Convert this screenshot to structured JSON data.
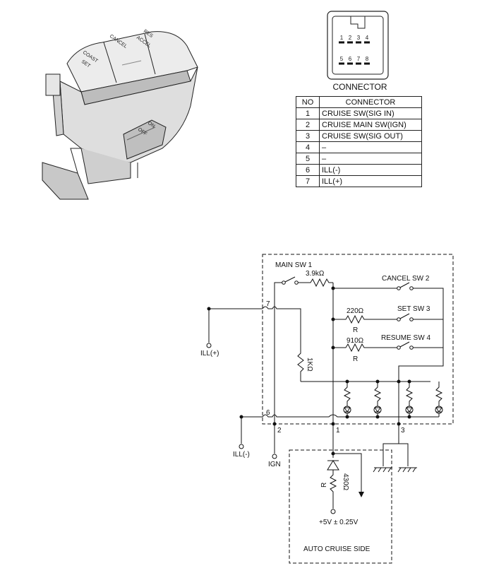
{
  "switch": {
    "labels": {
      "coast": "COAST",
      "set": "SET",
      "cancel": "CANCEL",
      "res": "RES",
      "accel": "ACCEL",
      "on": "ON",
      "off": "OFF"
    }
  },
  "connector": {
    "title": "CONNECTOR",
    "pins_top": [
      "1",
      "2",
      "3",
      "4"
    ],
    "pins_bottom": [
      "5",
      "6",
      "7",
      "8"
    ],
    "table": {
      "header": {
        "no": "NO",
        "desc": "CONNECTOR"
      },
      "rows": [
        {
          "no": "1",
          "desc": "CRUISE SW(SIG IN)"
        },
        {
          "no": "2",
          "desc": "CRUISE MAIN SW(IGN)"
        },
        {
          "no": "3",
          "desc": "CRUISE SW(SIG OUT)"
        },
        {
          "no": "4",
          "desc": "–"
        },
        {
          "no": "5",
          "desc": "–"
        },
        {
          "no": "6",
          "desc": "ILL(-)"
        },
        {
          "no": "7",
          "desc": "ILL(+)"
        }
      ]
    }
  },
  "circuit": {
    "main_sw": "MAIN SW 1",
    "r_main": "3.9kΩ",
    "cancel_sw": "CANCEL SW 2",
    "set_sw": "SET SW 3",
    "r_set": "220Ω",
    "r_set_tag": "R",
    "resume_sw": "RESUME SW 4",
    "r_resume": "910Ω",
    "r_resume_tag": "R",
    "r_ill": "1KΩ",
    "pin7": "7",
    "pin6": "6",
    "pin2": "2",
    "pin1": "1",
    "pin3": "3",
    "ill_plus": "ILL(+)",
    "ill_minus": "ILL(-)",
    "ign": "IGN",
    "r_auto_tag": "R",
    "r_auto": "430Ω",
    "supply": "+5V ± 0.25V",
    "auto_side": "AUTO CRUISE SIDE"
  }
}
